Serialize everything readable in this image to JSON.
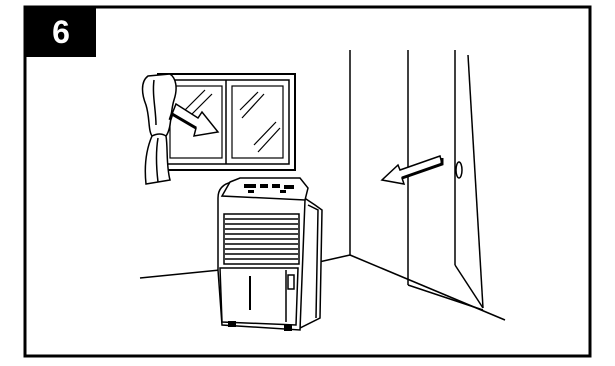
{
  "step": {
    "number": "6"
  },
  "colors": {
    "ink": "#000000",
    "paper": "#ffffff"
  },
  "illustration": {
    "subject": "dehumidifier",
    "elements": [
      "window-with-curtain",
      "dehumidifier-unit",
      "door",
      "airflow-arrows"
    ]
  }
}
